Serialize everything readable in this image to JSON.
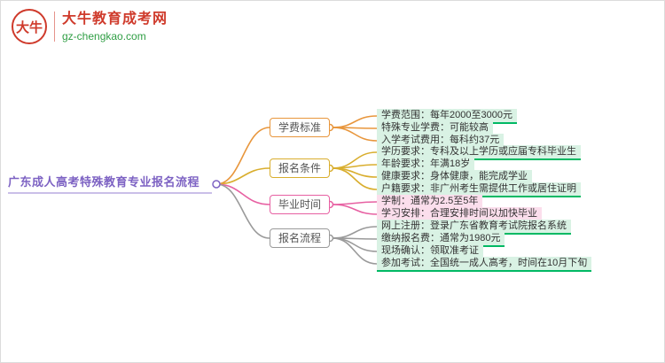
{
  "site": {
    "name": "大牛教育成考网",
    "domain": "gz-chengkao.com",
    "seal_text": "大牛"
  },
  "palette": {
    "brand_red": "#cf3a2b",
    "brand_green": "#2f9e44",
    "root_purple": "#7d62c3",
    "branch_orange": "#e8963c",
    "branch_gold": "#d9ae2e",
    "branch_pink": "#e760a2",
    "branch_gray": "#9a9a9a",
    "leaf_green_border": "#00b964",
    "leaf_green_bg": "#d9f2e4",
    "leaf_pink_border": "#ee6fa8",
    "leaf_pink_bg": "#fbdeec"
  },
  "mindmap": {
    "root": "广东成人高考特殊教育专业报名流程",
    "branches": [
      {
        "label": "学费标准",
        "children": [
          {
            "text": "学费范围：每年2000至3000元"
          },
          {
            "text": "特殊专业学费：可能较高"
          },
          {
            "text": "入学考试费用：每科约37元"
          }
        ]
      },
      {
        "label": "报名条件",
        "children": [
          {
            "text": "学历要求：专科及以上学历或应届专科毕业生"
          },
          {
            "text": "年龄要求：年满18岁"
          },
          {
            "text": "健康要求：身体健康，能完成学业"
          },
          {
            "text": "户籍要求：非广州考生需提供工作或居住证明"
          }
        ]
      },
      {
        "label": "毕业时间",
        "children": [
          {
            "text": "学制：通常为2.5至5年"
          },
          {
            "text": "学习安排：合理安排时间以加快毕业"
          }
        ]
      },
      {
        "label": "报名流程",
        "children": [
          {
            "text": "网上注册：登录广东省教育考试院报名系统"
          },
          {
            "text": "缴纳报名费：通常为1980元"
          },
          {
            "text": "现场确认：领取准考证"
          },
          {
            "text": "参加考试：全国统一成人高考，时间在10月下旬"
          }
        ]
      }
    ]
  }
}
